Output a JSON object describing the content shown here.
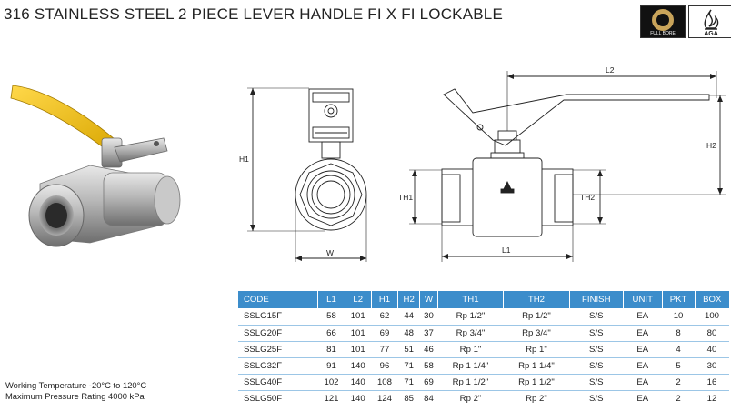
{
  "title": "316 STAINLESS STEEL 2 PIECE LEVER HANDLE FI X FI LOCKABLE",
  "badges": {
    "fullbore_label": "FULL BORE",
    "aga_label": "AGA"
  },
  "drawing": {
    "labels": {
      "h1": "H1",
      "w": "W",
      "l2": "L2",
      "h2": "H2",
      "th1": "TH1",
      "th2": "TH2",
      "l1": "L1"
    }
  },
  "table": {
    "headers": [
      "CODE",
      "L1",
      "L2",
      "H1",
      "H2",
      "W",
      "TH1",
      "TH2",
      "FINISH",
      "UNIT",
      "PKT",
      "BOX"
    ],
    "rows": [
      [
        "SSLG15F",
        "58",
        "101",
        "62",
        "44",
        "30",
        "Rp 1/2\"",
        "Rp 1/2\"",
        "S/S",
        "EA",
        "10",
        "100"
      ],
      [
        "SSLG20F",
        "66",
        "101",
        "69",
        "48",
        "37",
        "Rp 3/4\"",
        "Rp 3/4\"",
        "S/S",
        "EA",
        "8",
        "80"
      ],
      [
        "SSLG25F",
        "81",
        "101",
        "77",
        "51",
        "46",
        "Rp 1\"",
        "Rp 1\"",
        "S/S",
        "EA",
        "4",
        "40"
      ],
      [
        "SSLG32F",
        "91",
        "140",
        "96",
        "71",
        "58",
        "Rp 1 1/4\"",
        "Rp 1 1/4\"",
        "S/S",
        "EA",
        "5",
        "30"
      ],
      [
        "SSLG40F",
        "102",
        "140",
        "108",
        "71",
        "69",
        "Rp 1 1/2\"",
        "Rp 1 1/2\"",
        "S/S",
        "EA",
        "2",
        "16"
      ],
      [
        "SSLG50F",
        "121",
        "140",
        "124",
        "85",
        "84",
        "Rp 2\"",
        "Rp 2\"",
        "S/S",
        "EA",
        "2",
        "12"
      ]
    ]
  },
  "notes": {
    "working_temperature": "Working Temperature  -20°C to 120°C",
    "max_pressure": "Maximum Pressure Rating  4000 kPa"
  },
  "colors": {
    "table_header": "#3c8dcb",
    "row_divider": "#9cc6e6",
    "handle_yellow": "#f2c200"
  }
}
